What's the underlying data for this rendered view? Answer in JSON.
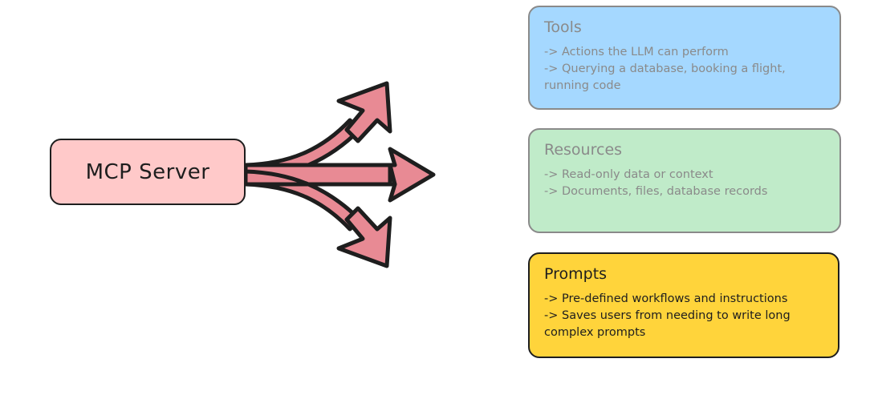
{
  "server": {
    "label": "MCP Server"
  },
  "cards": [
    {
      "title": "Tools",
      "lines": [
        "-> Actions the LLM can perform",
        "-> Querying a database, booking a flight, running code"
      ]
    },
    {
      "title": "Resources",
      "lines": [
        "-> Read-only data or context",
        "-> Documents, files, database records"
      ]
    },
    {
      "title": "Prompts",
      "lines": [
        "-> Pre-defined workflows and instructions",
        "-> Saves users from needing to write long complex prompts"
      ]
    }
  ],
  "colors": {
    "server_fill": "#ffc9c9",
    "arrow_fill": "#e88a94",
    "tools_fill": "#a5d8ff",
    "resources_fill": "#c0ebc9",
    "prompts_fill": "#ffd43b",
    "outline": "#1e1e1e",
    "muted_outline": "#8a8a8a"
  },
  "icons": {
    "arrows": "three-way-split-arrow-icon"
  }
}
